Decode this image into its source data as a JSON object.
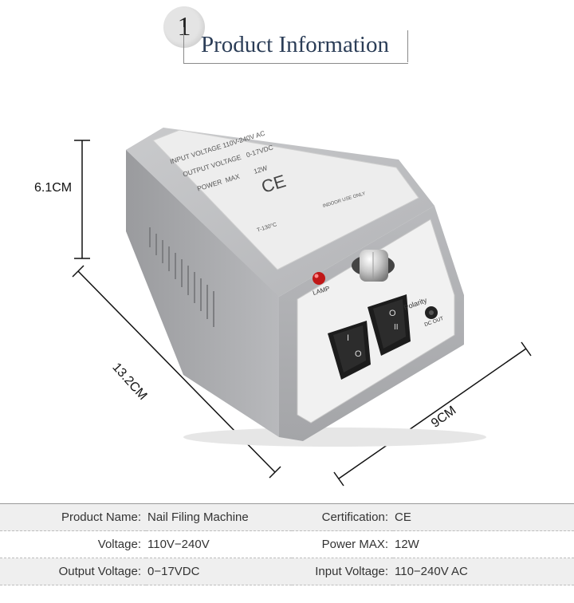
{
  "header": {
    "number": "1",
    "title": "Product Information"
  },
  "dimensions": {
    "height": "6.1CM",
    "length": "13.2CM",
    "width": "9CM"
  },
  "device": {
    "label_lines": [
      "INPUT VOLTAGE 110V-240V AC",
      "OUTPUT VOLTAGE   0-17VDC",
      "POWER  MAX        12W"
    ],
    "ce_mark": "CE",
    "fuse_label": "T-130°C",
    "indoor": "INDOOR USE ONLY",
    "lamp": "LAMP",
    "polarity": "Polarity",
    "dc_out": "DC OUT",
    "switch_on": "I",
    "switch_off": "O",
    "switch2_top": "O",
    "switch2_bottom": "II"
  },
  "specs": [
    {
      "k1": "Product Name:",
      "v1": "Nail Filing Machine",
      "k2": "Certification:",
      "v2": "CE"
    },
    {
      "k1": "Voltage:",
      "v1": "110V−240V",
      "k2": "Power MAX:",
      "v2": "12W"
    },
    {
      "k1": "Output Voltage:",
      "v1": "0−17VDC",
      "k2": "Input Voltage:",
      "v2": "110−240V AC"
    }
  ]
}
